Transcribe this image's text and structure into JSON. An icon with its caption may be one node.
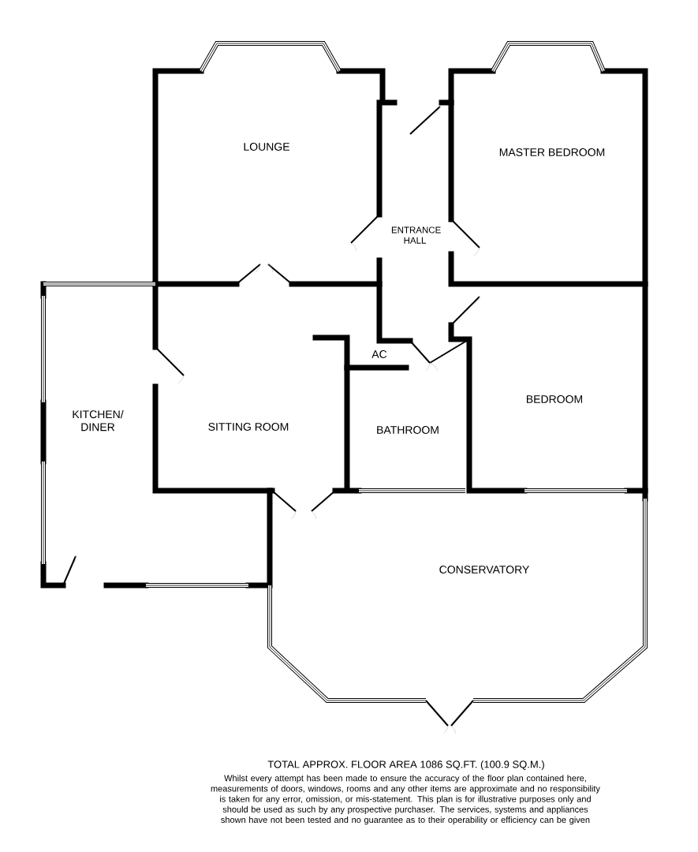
{
  "diagram": {
    "title": "TOTAL APPROX. FLOOR AREA 1086 SQ.FT. (100.9 SQ.M.)",
    "caption": "Whilst every attempt has been made to ensure the accuracy of the floor plan contained here, measurements of doors, windows, rooms and any other items are approximate and no responsibility is taken for any error, omission, or mis-statement. This plan is for illustrative purposes only and should be used as such by any prospective purchaser. The services, systems and appliances shown have not been tested and no guarantee as to their operability or efficiency can be given",
    "labels": [
      "LOUNGE",
      "MASTER BEDROOM",
      "ENTRANCE HALL",
      "AC",
      "KITCHEN/ DINER",
      "SITTING ROOM",
      "BATHROOM",
      "BEDROOM",
      "CONSERVATORY"
    ]
  }
}
